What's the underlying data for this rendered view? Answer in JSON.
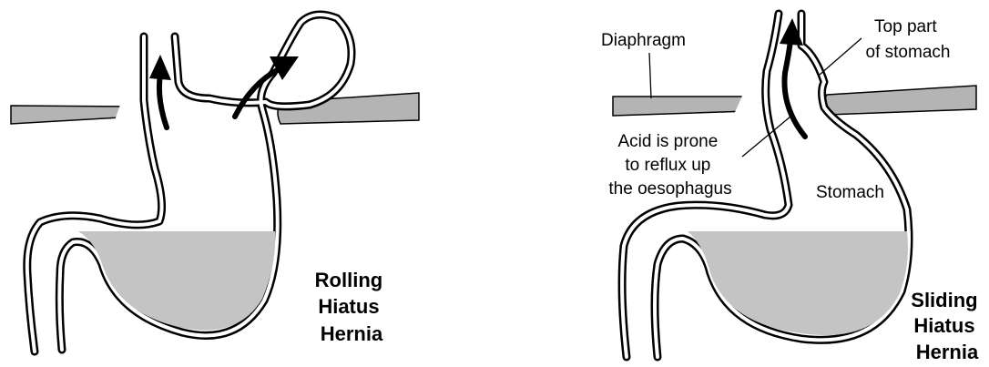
{
  "left_diagram": {
    "title_lines": [
      "Rolling",
      "Hiatus",
      "Hernia"
    ]
  },
  "right_diagram": {
    "labels": {
      "diaphragm": "Diaphragm",
      "top_part_line1": "Top part",
      "top_part_line2": "of stomach",
      "acid_line1": "Acid is prone",
      "acid_line2": "to reflux up",
      "acid_line3": "the oesophagus",
      "stomach": "Stomach"
    },
    "title_lines": [
      "Sliding",
      "Hiatus",
      "Hernia"
    ]
  },
  "colors": {
    "outline": "#000000",
    "fluid": "#c4c4c4",
    "diaphragm": "#b4b4b4",
    "background": "#ffffff"
  }
}
